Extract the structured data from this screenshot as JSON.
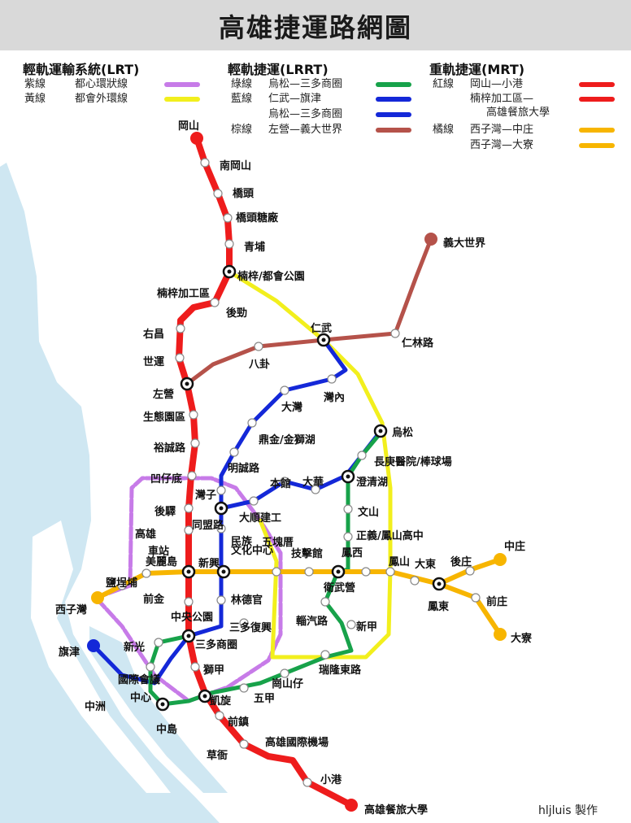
{
  "title": "高雄捷運路網圖",
  "credit": "hljluis 製作",
  "legend": {
    "lrt": {
      "heading": "輕軌運輸系統(LRT)",
      "rows": [
        {
          "line": "紫線",
          "route": "都心環狀線",
          "color": "#c77be8"
        },
        {
          "line": "黃線",
          "route": "都會外環線",
          "color": "#f2ef1d"
        }
      ]
    },
    "lrrt": {
      "heading": "輕軌捷運(LRRT)",
      "rows": [
        {
          "line": "綠線",
          "route": "烏松—三多商圈",
          "color": "#17a24a"
        },
        {
          "line": "藍線",
          "route": "仁武—旗津",
          "color": "#1428d8"
        },
        {
          "line": "",
          "route": "烏松—三多商圈",
          "color": "#1428d8"
        },
        {
          "line": "棕線",
          "route": "左營—義大世界",
          "color": "#b5524a"
        }
      ]
    },
    "mrt": {
      "heading": "重軌捷運(MRT)",
      "rows": [
        {
          "line": "紅線",
          "route": "岡山—小港",
          "color": "#ee1c1c"
        },
        {
          "line": "",
          "route": "楠梓加工區—",
          "color": "#ee1c1c"
        },
        {
          "line": "",
          "route": "高雄餐旅大學",
          "color": ""
        },
        {
          "line": "橘線",
          "route": "西子灣—中庄",
          "color": "#f7b500"
        },
        {
          "line": "",
          "route": "西子灣—大寮",
          "color": "#f7b500"
        }
      ]
    }
  },
  "colors": {
    "red": "#ee1c1c",
    "orange": "#f7b500",
    "green": "#17a24a",
    "blue": "#1428d8",
    "brown": "#b5524a",
    "purple": "#c77be8",
    "yellow": "#f2ef1d",
    "water": "#cfe7f2"
  },
  "stations": [
    "岡山",
    "南岡山",
    "橋頭",
    "橋頭糖廠",
    "青埔",
    "楠梓/都會公園",
    "楠梓加工區",
    "後勁",
    "右昌",
    "世運",
    "左營",
    "生態園區",
    "裕誠路",
    "凹仔底",
    "後驛",
    "高雄",
    "車站",
    "美麗島",
    "中央公園",
    "三多商圈",
    "獅甲",
    "凱旋",
    "前鎮",
    "高雄國際機場",
    "草衙",
    "小港",
    "高雄餐旅大學",
    "西子灣",
    "鹽埕埔",
    "前金",
    "新興",
    "文化中心",
    "五塊厝",
    "技擊館",
    "衛武營",
    "鳳西",
    "鳳山",
    "大東",
    "鳳東",
    "後庄",
    "中庄",
    "前庄",
    "大寮",
    "義大世界",
    "仁林路",
    "仁武",
    "八卦",
    "灣內",
    "大灣",
    "鼎金/金獅湖",
    "明誠路",
    "灣子",
    "同盟路",
    "民族",
    "大順建工",
    "本館",
    "大華",
    "澄清湖",
    "烏松",
    "長庚醫院/棒球場",
    "文山",
    "正義/鳳山高中",
    "林德官",
    "三多復興",
    "輜汽路",
    "新甲",
    "瑞隆東路",
    "崗山仔",
    "五甲",
    "旗津",
    "新光",
    "國際會議",
    "中心",
    "中洲",
    "中島"
  ]
}
